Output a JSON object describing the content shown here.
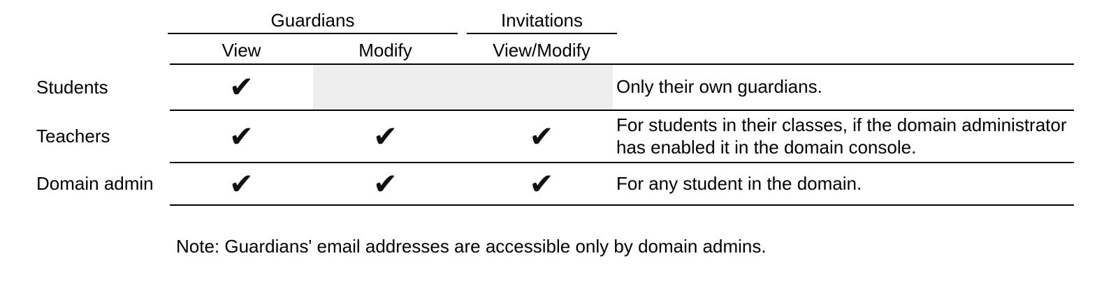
{
  "table": {
    "column_groups": [
      {
        "label": "Guardians",
        "columns": [
          "View",
          "Modify"
        ]
      },
      {
        "label": "Invitations",
        "columns": [
          "View/Modify"
        ]
      }
    ],
    "sub_headers": [
      "View",
      "Modify",
      "View/Modify"
    ],
    "check_glyph": "✔",
    "rows": [
      {
        "role": "Students",
        "cells": [
          "✔",
          "",
          ""
        ],
        "shaded_columns": [
          "Modify",
          "View/Modify"
        ],
        "note": "Only their own guardians."
      },
      {
        "role": "Teachers",
        "cells": [
          "✔",
          "✔",
          "✔"
        ],
        "shaded_columns": [],
        "note": "For students in their classes, if the domain administrator has enabled it in the domain console."
      },
      {
        "role": "Domain admin",
        "cells": [
          "✔",
          "✔",
          "✔"
        ],
        "shaded_columns": [],
        "note": "For any student in the domain."
      }
    ]
  },
  "footnote": "Note: Guardians' email addresses are accessible only by domain admins.",
  "colors": {
    "text": "#000000",
    "check": "#111111",
    "disabled_cell": "#eeeeee",
    "line": "#000000",
    "background": "#ffffff"
  }
}
